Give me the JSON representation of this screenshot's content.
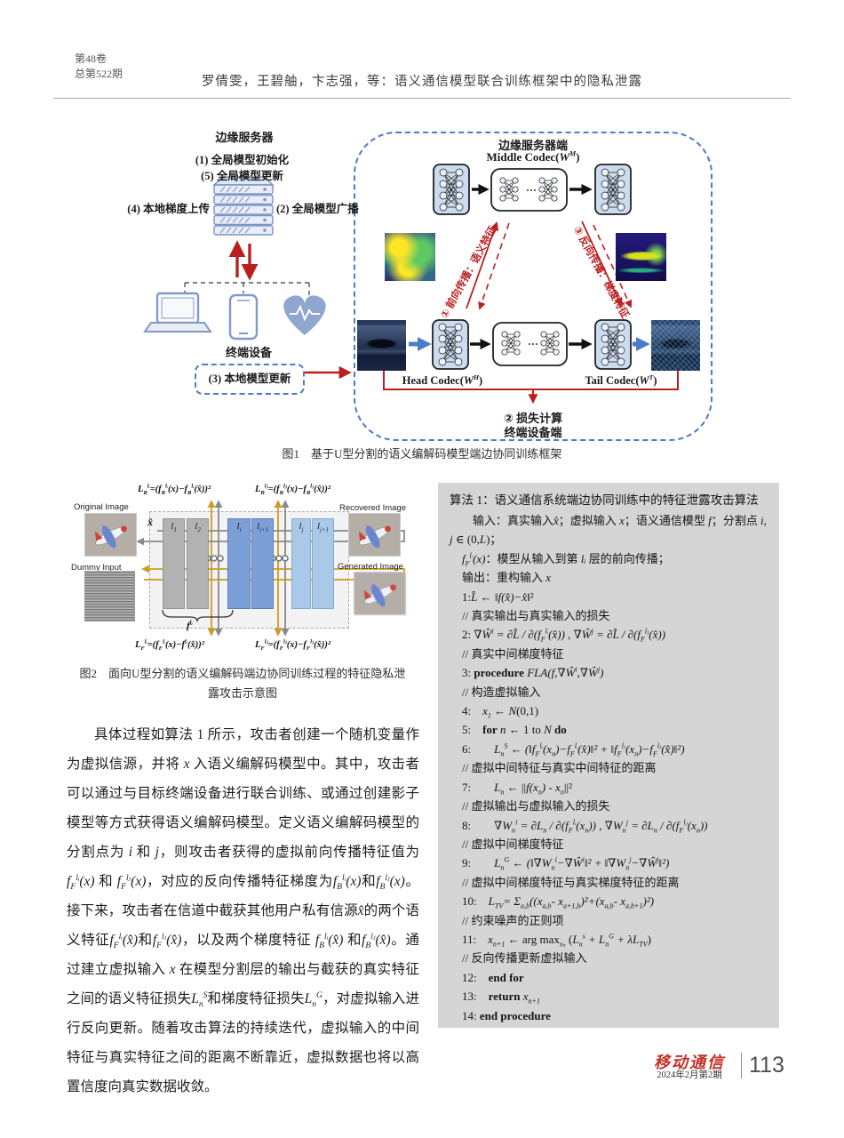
{
  "header": {
    "volume": "第48卷",
    "issue_no": "总第522期",
    "running_title": "罗倩雯，王碧舳，卞志强，等：语义通信模型联合训练框架中的隐私泄露"
  },
  "figure1": {
    "caption": "图1　基于U型分割的语义编解码模型端边协同训练框架",
    "edge_server": "边缘服务器",
    "step1": "(1) 全局模型初始化",
    "step5": "(5) 全局模型更新",
    "step4": "(4) 本地梯度上传",
    "step2": "(2) 全局模型广播",
    "terminal_devices": "终端设备",
    "step3": "(3) 本地模型更新",
    "edge_server_side": "边缘服务器端",
    "middle_codec": "Middle Codec($W^{M}$)",
    "head_codec": "Head Codec($W^{H}$)",
    "tail_codec": "Tail Codec($W^{T}$)",
    "forward_label": "① 前向传播：语义特征",
    "backward_label": "③ 反向传播：梯度特征",
    "loss_label": "②  损失计算",
    "terminal_side": "终端设备端"
  },
  "figure2": {
    "caption_line1": "图2　面向U型分割的语义编解码端边协同训练过程的特征隐私泄",
    "caption_line2": "露攻击示意图",
    "formula_backward_i": "$L_{B}^{lᵢ}=(f_{B}^{lᵢ}(x)−f_{B}^{lᵢ}(x̂))²$",
    "formula_backward_j": "$L_{B}^{lⱼ}=(f_{B}^{lⱼ}(x)−f_{B}^{lⱼ}(x̂))²$",
    "formula_forward_i": "$L_{F}^{lᵢ}=(f_{F}^{lᵢ}(x)−f^{lᵢ}(x̂))²$",
    "formula_forward_j": "$L_{F}^{lⱼ}=(f_{F}^{lⱼ}(x)−f_{F}^{lⱼ}(x̂))²$",
    "original_image": "Original Image",
    "recovered_image": "Recovered Image",
    "dummy_input": "Dummy Input",
    "generated_image": "Generated Image",
    "x_hat": "$x̂$",
    "f_li": "$f^{lᵢ}$",
    "layers": [
      "$l_{1}$",
      "$l_{2}$",
      "$l_{i}$",
      "$l_{i+1}$",
      "$l_{j}$",
      "$l_{j+1}$"
    ]
  },
  "body_text": "具体过程如算法 1 所示，攻击者创建一个随机变量作为虚拟信源，并将 $x$ 入语义编解码模型中。其中，攻击者可以通过与目标终端设备进行联合训练、或通过创建影子模型等方式获得语义编解码模型。定义语义编解码模型的分割点为 $i$ 和 $j$，则攻击者获得的虚拟前向传播特征值为 $f_{F}^{lᵢ}(x)$ 和 $f_{F}^{lⱼ}(x)$，对应的反向传播特征梯度为$f_{B}^{lᵢ}(x)$和$f_{B}^{lⱼ}(x)$。接下来，攻击者在信道中截获其他用户私有信源$x̂$的两个语义特征$f_{F}^{lᵢ}(x̂)$和$f_{F}^{lⱼ}(x̂)$，以及两个梯度特征 $f_{B}^{lᵢ}(x̂)$ 和$f_{B}^{lⱼ}(x̂)$。通过建立虚拟输入 $x$ 在模型分割层的输出与截获的真实特征之间的语义特征损失$L_{n}^{S}$和梯度特征损失$L_{n}^{G}$，对虚拟输入进行反向更新。随着攻击算法的持续迭代，虚拟输入的中间特征与真实特征之间的距离不断靠近，虚拟数据也将以高置信度向真实数据收敛。",
  "algorithm": {
    "title": "算法 1：语义通信系统端边协同训练中的特征泄露攻击算法",
    "lines": [
      {
        "t": "输入：真实输入$x̂$；虚拟输入 $x$；语义通信模型 $f$；分割点 $i, j$ ∈ (0,$L$)；",
        "cls": "hang"
      },
      {
        "t": "$f_{F}^{lᵢ}(x)$：模型从输入到第 $lᵢ$ 层的前向传播；"
      },
      {
        "t": "输出：重构输入 $x$"
      },
      {
        "t": "1:$L̂$ ← ‖$f(x̂)−x̂$‖²"
      },
      {
        "t": "// 真实输出与真实输入的损失",
        "cls": "comment"
      },
      {
        "t": "2: $∇Ŵ^{i} = ∂L̂ / ∂(f_{F}^{lᵢ}(x̂)) , ∇Ŵ^{j} = ∂L̂ / ∂(f_{F}^{lⱼ}(x̂))$"
      },
      {
        "t": "// 真实中间梯度特征",
        "cls": "comment"
      },
      {
        "t": "3: **procedure** $FLA(f,∇Ŵ^{i},∇Ŵ^{j})$"
      },
      {
        "t": "// 构造虚拟输入",
        "cls": "comment"
      },
      {
        "t": "4:　$x_{1}$ ← $N$(0,1)"
      },
      {
        "t": "5:　**for** $n$ ← 1  to $N$ **do**"
      },
      {
        "t": "6:　　$L_{n}^{S} ← (‖f_{F}^{lᵢ}(x_{n})−f_{F}^{lᵢ}(x̂)‖² + ‖f_{F}^{lⱼ}(x_{n})−f_{F}^{lⱼ}(x̂)‖²)$"
      },
      {
        "t": "// 虚拟中间特征与真实中间特征的距离",
        "cls": "comment"
      },
      {
        "t": "7:　　$L_{n}$ ← ||$f(x_{n})$ - $x_{n}$||²"
      },
      {
        "t": "// 虚拟输出与虚拟输入的损失",
        "cls": "comment"
      },
      {
        "t": "8:　　$∇W_{n}^{i} = ∂L_{n} / ∂(f_{F}^{lᵢ}(x_{n})) , ∇W_{n}^{j} = ∂L_{n} / ∂(f_{F}^{lⱼ}(x_{n}))$"
      },
      {
        "t": "// 虚拟中间梯度特征",
        "cls": "comment"
      },
      {
        "t": "9:　　$L_{n}^{G} ← (‖∇W_{n}^{i}−∇Ŵ^{i}‖² + ‖∇W_{n}^{j}−∇Ŵ^{j}‖²)$"
      },
      {
        "t": "// 虚拟中间梯度特征与真实梯度特征的距离",
        "cls": "comment"
      },
      {
        "t": "10:　$L_{TV}= Σ_{a,b}((x_{a,b}- x_{a+1,b})²+(x_{a,b}- x_{a,b+1})²)$"
      },
      {
        "t": "// 约束噪声的正则项",
        "cls": "comment"
      },
      {
        "t": "11:　$x_{n+1}$ ← arg max$_{xₙ}$ ($L_{n}^{s} + L_{n}^{G} + λL_{TV}$)"
      },
      {
        "t": "// 反向传播更新虚拟输入",
        "cls": "comment"
      },
      {
        "t": "12:　**end for**"
      },
      {
        "t": "13:　**return** $x_{n+1}$"
      },
      {
        "t": "14: **end procedure**"
      }
    ]
  },
  "footer": {
    "journal": "移动通信",
    "issue_date": "2024年2月第2期",
    "page_number": "113"
  }
}
